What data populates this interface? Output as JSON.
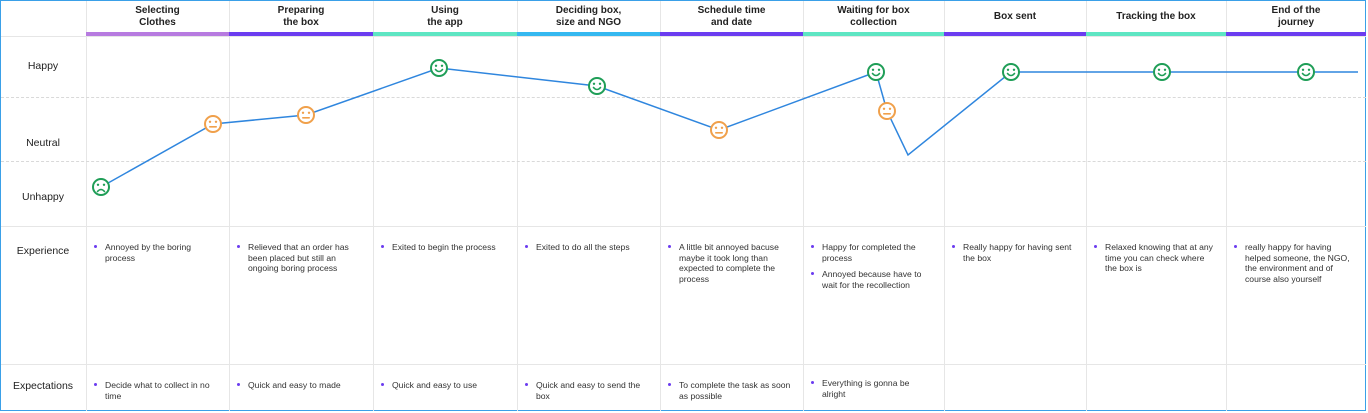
{
  "colors": {
    "line": "#2f86de",
    "happy": "#1f9e57",
    "neutral": "#f0a04b",
    "unhappy": "#1f9e57",
    "bullet": "#6b3cf0"
  },
  "emotions": {
    "happy": "Happy",
    "neutral": "Neutral",
    "unhappy": "Unhappy"
  },
  "rows": {
    "experience": "Experience",
    "expectations": "Expectations"
  },
  "stages": [
    {
      "title": "Selecting Clothes",
      "bar_color": "#b77be0",
      "mood": [
        "unhappy",
        "neutral"
      ],
      "experience": [
        "Annoyed by the boring process"
      ],
      "expectations": [
        "Decide what to collect in no time"
      ]
    },
    {
      "title": "Preparing the box",
      "bar_color": "#6b3cf0",
      "mood": [
        "neutral"
      ],
      "experience": [
        "Relieved that an order has been placed but still an ongoing boring process"
      ],
      "expectations": [
        "Quick and easy to made"
      ]
    },
    {
      "title": "Using the app",
      "bar_color": "#5ee6c3",
      "mood": [
        "happy"
      ],
      "experience": [
        "Exited to begin the process"
      ],
      "expectations": [
        "Quick and easy to use"
      ]
    },
    {
      "title": "Deciding box, size and NGO",
      "bar_color": "#35b8f0",
      "mood": [
        "happy"
      ],
      "experience": [
        "Exited to do all the steps"
      ],
      "expectations": [
        "Quick and easy to send the box"
      ]
    },
    {
      "title": "Schedule time and date",
      "bar_color": "#6b3cf0",
      "mood": [
        "neutral"
      ],
      "experience": [
        "A little bit annoyed bacuse maybe it took long than expected to complete the process"
      ],
      "expectations": [
        "To complete the task as soon as possible"
      ]
    },
    {
      "title": "Waiting for box collection",
      "bar_color": "#5ee6c3",
      "mood": [
        "happy",
        "neutral"
      ],
      "experience": [
        "Happy for completed the process",
        "Annoyed because have to wait for the recollection"
      ],
      "expectations": [
        "Everything is gonna be alright"
      ]
    },
    {
      "title": "Box sent",
      "bar_color": "#6b3cf0",
      "mood": [
        "happy"
      ],
      "experience": [
        "Really happy for having sent the box"
      ],
      "expectations": []
    },
    {
      "title": "Tracking the box",
      "bar_color": "#5ee6c3",
      "mood": [
        "happy"
      ],
      "experience": [
        "Relaxed knowing that at any time you can check where the box is"
      ],
      "expectations": []
    },
    {
      "title": "End of the journey",
      "bar_color": "#6b3cf0",
      "mood": [
        "happy"
      ],
      "experience": [
        "really happy for having helped someone, the NGO, the environment and of course also yourself"
      ],
      "expectations": []
    }
  ]
}
